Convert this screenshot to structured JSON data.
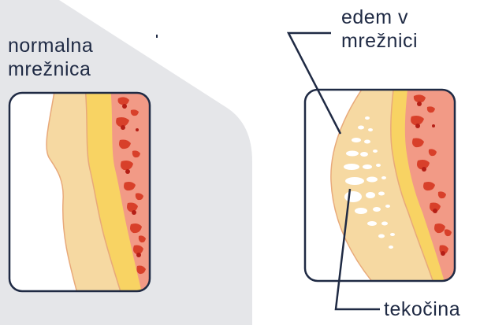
{
  "labels": {
    "normal_line1": "normalna",
    "normal_line2": "mrežnica",
    "edema_line1": "edem v",
    "edema_line2": "mrežnici",
    "fluid": "tekočina"
  },
  "colors": {
    "background_panel": "#e5e6e9",
    "outline": "#1f2a44",
    "inner_layer": "#f6d9a2",
    "layer_boundary": "#e8a97a",
    "yellow_band": "#f8d363",
    "vascular_pink": "#f29a86",
    "vascular_red": "#d8402a",
    "vascular_dark": "#b51f16",
    "fluid_pockets": "#ffffff"
  }
}
